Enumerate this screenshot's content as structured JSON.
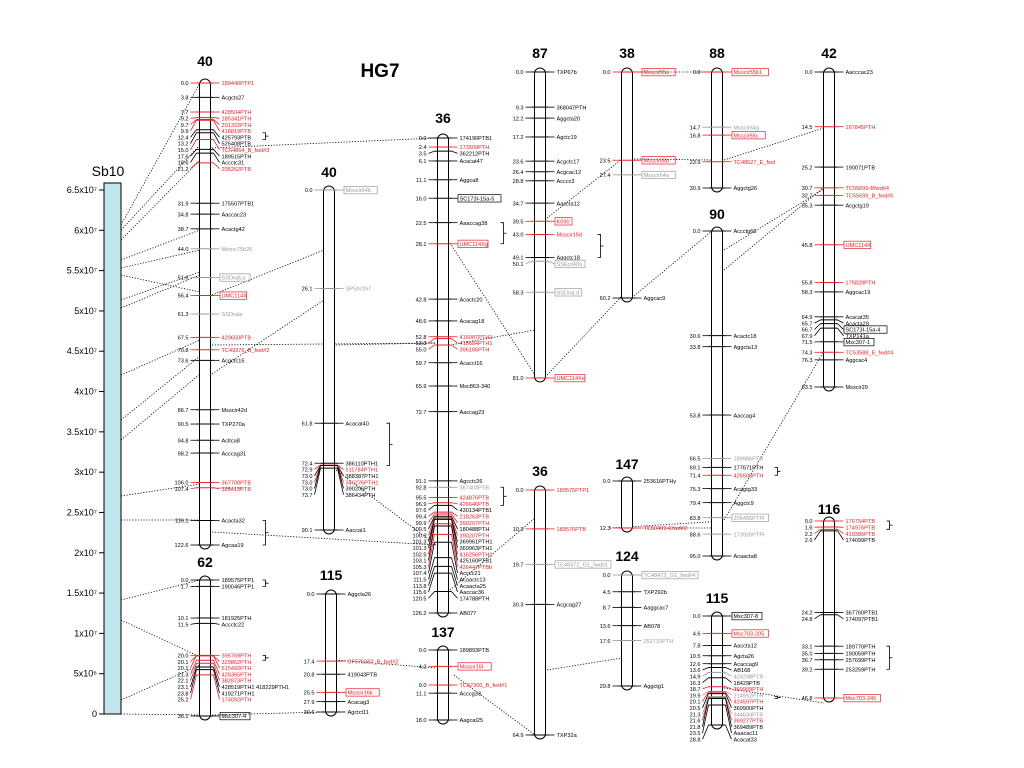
{
  "title": "HG7",
  "sorghum": {
    "label": "Sb10",
    "ticks": [
      "0",
      "5x10⁶",
      "1x10⁷",
      "1.5x10⁷",
      "2x10⁷",
      "2.5x10⁷",
      "3x10⁷",
      "3.5x10⁷",
      "4x10⁷",
      "4.5x10⁷",
      "5x10⁷",
      "5.5x10⁷",
      "6x10⁷",
      "6.5x10⁷"
    ]
  },
  "colors": {
    "black": "#000000",
    "red": "#e8202a",
    "gray": "#9a9a9a",
    "sorghum_fill": "#bfe6ea"
  },
  "linkage_groups": [
    {
      "id": "40",
      "markers": [
        [
          "0.0",
          "189440PTP1",
          "r"
        ],
        [
          "3.8",
          "Acgcts27",
          "k"
        ],
        [
          "7.7",
          "428504PTH",
          "r"
        ],
        [
          "9.2",
          "185341PTH",
          "r"
        ],
        [
          "9.7",
          "201322PTH",
          "r"
        ],
        [
          "9.9",
          "418819PTB",
          "r"
        ],
        [
          "12.4",
          "425793PTB",
          "k"
        ],
        [
          "13.2",
          "525408PTB",
          "k"
        ],
        [
          "15.0",
          "TC64864_B_fwd#3",
          "r"
        ],
        [
          "17.6",
          "189515PTH",
          "k"
        ],
        [
          "18.6",
          "Accctc31",
          "k"
        ],
        [
          "21.2",
          "205262PTB",
          "r"
        ],
        [
          "31.9",
          "175507PTB1",
          "k"
        ],
        [
          "34.8",
          "Aaccac23",
          "k"
        ],
        [
          "38.7",
          "Acactg42",
          "k"
        ],
        [
          "44.0",
          "Memc75b26",
          "g"
        ],
        [
          "51.6",
          "SSDralLa",
          "gb"
        ],
        [
          "56.4",
          "UMC114X",
          "rb"
        ],
        [
          "61.3",
          "SSDrala",
          "g"
        ],
        [
          "67.5",
          "429650PTB",
          "r"
        ],
        [
          "70.8",
          "TC49376_B_fwd#2",
          "r"
        ],
        [
          "73.6",
          "Acgctc16",
          "k"
        ],
        [
          "86.7",
          "Msscir42d",
          "k"
        ],
        [
          "90.5",
          "TXP270a",
          "k"
        ],
        [
          "94.8",
          "Acltca8",
          "k"
        ],
        [
          "98.2",
          "Acccag31",
          "k"
        ],
        [
          "106.0",
          "367700PTB",
          "r"
        ],
        [
          "107.4",
          "395413PTB",
          "r"
        ],
        [
          "116.1",
          "Acacta32",
          "k"
        ],
        [
          "122.6",
          "Agcaa19",
          "k"
        ]
      ]
    },
    {
      "id": "62",
      "markers": [
        [
          "0.0",
          "189575PTP1",
          "k"
        ],
        [
          "1.7",
          "190046PTP1",
          "k"
        ],
        [
          "10.1",
          "181925PTH",
          "k"
        ],
        [
          "11.5",
          "Accctc22",
          "k"
        ],
        [
          "20.0",
          "395769PTH",
          "r"
        ],
        [
          "20.1",
          "329862PTH",
          "r"
        ],
        [
          "20.1",
          "515492PTH",
          "r"
        ],
        [
          "21.3",
          "425365PTH",
          "r"
        ],
        [
          "22.1",
          "382873PTH",
          "r"
        ],
        [
          "23.1",
          "428519PTH1 418229PTH1",
          "k"
        ],
        [
          "23.8",
          "419271PTH1",
          "k"
        ],
        [
          "25.2",
          "174092PTH",
          "r"
        ],
        [
          "36.1",
          "Msc307-4",
          "kb"
        ]
      ]
    },
    {
      "id": "40b",
      "markers": [
        [
          "0.0",
          "Msscir64b",
          "gb"
        ],
        [
          "26.1",
          "SPSIV267",
          "g"
        ],
        [
          "61.8",
          "Acacat40",
          "k"
        ],
        [
          "72.4",
          "386110PTH1",
          "k"
        ],
        [
          "72.9",
          "511784PTH1",
          "r"
        ],
        [
          "73.0",
          "388387PTH1",
          "k"
        ],
        [
          "73.0",
          "340276PTH1",
          "r"
        ],
        [
          "73.0",
          "390206PTH",
          "k"
        ],
        [
          "73.7",
          "386434PTH",
          "k"
        ],
        [
          "90.1",
          "Aaccat1",
          "k"
        ]
      ]
    },
    {
      "id": "115a",
      "markers": [
        [
          "0.0",
          "Aggcta26",
          "k"
        ],
        [
          "17.4",
          "CF575882_B_fwd#2",
          "r"
        ],
        [
          "20.8",
          "419043PTB",
          "k"
        ],
        [
          "25.5",
          "Msscir16k",
          "rb"
        ],
        [
          "27.9",
          "Acacag3",
          "k"
        ],
        [
          "30.6",
          "Agctct11",
          "k"
        ]
      ]
    },
    {
      "id": "36",
      "markers": [
        [
          "0.0",
          "174190PTB1",
          "k"
        ],
        [
          "2.4",
          "173509PTH",
          "r"
        ],
        [
          "3.5",
          "362212PTH",
          "k"
        ],
        [
          "6.1",
          "Acacat47",
          "k"
        ],
        [
          "11.1",
          "Aggca8",
          "k"
        ],
        [
          "16.0",
          "SC173I-15a-5",
          "kb"
        ],
        [
          "22.5",
          "Aaaccag38",
          "k"
        ],
        [
          "28.1",
          "UMC114Xg",
          "rb"
        ],
        [
          "42.8",
          "Acactc20",
          "k"
        ],
        [
          "48.6",
          "Acacag18",
          "k"
        ],
        [
          "52.8",
          "416087PTH1",
          "r"
        ],
        [
          "53.3",
          "418684PTH1",
          "r"
        ],
        [
          "55.0",
          "396166PTH",
          "r"
        ],
        [
          "59.7",
          "Acacct16",
          "k"
        ],
        [
          "65.9",
          "Msc863-340",
          "k"
        ],
        [
          "72.7",
          "Aaccag23",
          "k"
        ],
        [
          "91.1",
          "Agcctc26",
          "k"
        ],
        [
          "92.8",
          "367403PTB",
          "g"
        ],
        [
          "95.5",
          "424876PTB",
          "r"
        ],
        [
          "96.9",
          "426640PTB",
          "r"
        ],
        [
          "97.6",
          "430134PTB1",
          "k"
        ],
        [
          "99.4",
          "218263PTB",
          "r"
        ],
        [
          "99.9",
          "390207PTH",
          "r"
        ],
        [
          "100.5",
          "180488PTH",
          "k"
        ],
        [
          "100.9",
          "390207PTH",
          "r"
        ],
        [
          "101.3",
          "369961PTH1",
          "k"
        ],
        [
          "101.3",
          "369963PTH1",
          "k"
        ],
        [
          "102.5",
          "416256PTH1",
          "r"
        ],
        [
          "103.1",
          "425160PTB1",
          "k"
        ],
        [
          "105.3",
          "426447PTBb",
          "r"
        ],
        [
          "107.4",
          "Acccc21",
          "k"
        ],
        [
          "111.5",
          "Acaactc13",
          "k"
        ],
        [
          "113.8",
          "Acaacta25",
          "k"
        ],
        [
          "115.6",
          "Aaccac36",
          "k"
        ],
        [
          "120.5",
          "174788PTH",
          "k"
        ],
        [
          "126.2",
          "AB077",
          "k"
        ]
      ]
    },
    {
      "id": "137",
      "markers": [
        [
          "0.0",
          "189893PTB",
          "k"
        ],
        [
          "4.2",
          "Msscir16l",
          "rb"
        ],
        [
          "9.0",
          "TC57300_B_fwd#1",
          "r"
        ],
        [
          "11.1",
          "Acccg33",
          "k"
        ],
        [
          "18.0",
          "Aagcat25",
          "k"
        ]
      ]
    },
    {
      "id": "87",
      "markers": [
        [
          "0.0",
          "TXP67b",
          "k"
        ],
        [
          "9.3",
          "368047PTH",
          "k"
        ],
        [
          "12.2",
          "Aggcta20",
          "k"
        ],
        [
          "17.2",
          "Agctc19",
          "k"
        ],
        [
          "23.6",
          "Acgctc17",
          "k"
        ],
        [
          "26.4",
          "Acgcac12",
          "k"
        ],
        [
          "28.8",
          "Acccc3",
          "k"
        ],
        [
          "34.7",
          "Aaccta12",
          "k"
        ],
        [
          "39.5",
          "K090",
          "rb"
        ],
        [
          "43.0",
          "Msscir15d",
          "r"
        ],
        [
          "49.1",
          "Aggctc18",
          "k"
        ],
        [
          "50.1",
          "SSEcoRIu",
          "gb"
        ],
        [
          "58.3",
          "SSDraLd",
          "gb"
        ],
        [
          "81.0",
          "UMC114Xe",
          "rb"
        ]
      ]
    },
    {
      "id": "36b",
      "markers": [
        [
          "0.0",
          "189575PTP1",
          "r"
        ],
        [
          "10.3",
          "189576PTB",
          "r"
        ],
        [
          "19.7",
          "TC48472_G1_fwd#1",
          "gb"
        ],
        [
          "30.3",
          "Acgcag27",
          "k"
        ],
        [
          "64.9",
          "TXP32a",
          "k"
        ]
      ]
    },
    {
      "id": "38",
      "markers": [
        [
          "0.0",
          "Msscir55a",
          "rb"
        ],
        [
          "23.5",
          "Msscir55b",
          "rb"
        ],
        [
          "27.4",
          "Msscir64a",
          "gb"
        ],
        [
          "60.2",
          "Aggcac9",
          "k"
        ]
      ]
    },
    {
      "id": "147",
      "markers": [
        [
          "0.0",
          "253616PTHy",
          "k"
        ],
        [
          "12.3",
          "TC50409-Efwd#2",
          "r"
        ]
      ]
    },
    {
      "id": "124",
      "markers": [
        [
          "0.0",
          "TC48472_G1_fwd#4",
          "gb"
        ],
        [
          "4.5",
          "TXP292b",
          "k"
        ],
        [
          "8.7",
          "Aaggcac7",
          "k"
        ],
        [
          "13.6",
          "AB078",
          "k"
        ],
        [
          "17.6",
          "252715PTH",
          "g"
        ],
        [
          "29.8",
          "Aggctg1",
          "k"
        ]
      ]
    },
    {
      "id": "88",
      "markers": [
        [
          "0.0",
          "Msscir55b1",
          "rb"
        ],
        [
          "14.7",
          "Msscir64g",
          "g"
        ],
        [
          "16.8",
          "Msscir55c",
          "rb"
        ],
        [
          "23.9",
          "TC48527_E_fwd",
          "r"
        ],
        [
          "30.9",
          "Aggctg26",
          "k"
        ]
      ]
    },
    {
      "id": "90",
      "markers": [
        [
          "0.0",
          "Accctg66",
          "k"
        ],
        [
          "30.6",
          "Acactc18",
          "k"
        ],
        [
          "33.8",
          "Aggcta13",
          "k"
        ],
        [
          "53.8",
          "Aaccag4",
          "k"
        ],
        [
          "66.5",
          "189966PTB",
          "g"
        ],
        [
          "69.1",
          "177671PTH",
          "k"
        ],
        [
          "71.4",
          "425500PTH",
          "r"
        ],
        [
          "75.3",
          "Acagtg33",
          "k"
        ],
        [
          "79.4",
          "Aggctc9",
          "k"
        ],
        [
          "83.8",
          "205455PTPI",
          "gb"
        ],
        [
          "88.6",
          "173926PTPI",
          "g"
        ],
        [
          "95.0",
          "Acaacta8",
          "k"
        ]
      ]
    },
    {
      "id": "115b",
      "markers": [
        [
          "0.0",
          "Msc307-8",
          "kb"
        ],
        [
          "4.6",
          "Msc703-205",
          "rb"
        ],
        [
          "7.8",
          "Aaccta12",
          "k"
        ],
        [
          "10.5",
          "Agcta26",
          "k"
        ],
        [
          "12.6",
          "Acaccag9",
          "k"
        ],
        [
          "13.6",
          "AB168",
          "k"
        ],
        [
          "14.9",
          "424298PTB",
          "g"
        ],
        [
          "16.3",
          "18429PTB",
          "k"
        ],
        [
          "18.7",
          "369909PTH",
          "r"
        ],
        [
          "19.9",
          "214552PTH",
          "g"
        ],
        [
          "20.1",
          "424597PTH",
          "r"
        ],
        [
          "20.5",
          "369900PTH",
          "k"
        ],
        [
          "21.3",
          "344634PTB",
          "g"
        ],
        [
          "21.6",
          "369277PTB",
          "r"
        ],
        [
          "21.8",
          "369489PTB",
          "k"
        ],
        [
          "23.5",
          "Aaacac11",
          "k"
        ],
        [
          "28.8",
          "Acacat33",
          "k"
        ]
      ]
    },
    {
      "id": "42",
      "markers": [
        [
          "0.0",
          "Aacccac23",
          "k"
        ],
        [
          "14.5",
          "167845PTH",
          "r"
        ],
        [
          "25.2",
          "190071PTB",
          "k"
        ],
        [
          "30.7",
          "TC55699-Bfwd#4",
          "r"
        ],
        [
          "32.7",
          "TC55699_B_fwd#5",
          "r"
        ],
        [
          "35.3",
          "Acgctg19",
          "k"
        ],
        [
          "45.8",
          "UMC114X",
          "rb"
        ],
        [
          "55.8",
          "175829PTH",
          "r"
        ],
        [
          "58.3",
          "Aggcac19",
          "k"
        ],
        [
          "64.9",
          "Acacat35",
          "k"
        ],
        [
          "65.7",
          "Acacta29",
          "k"
        ],
        [
          "66.7",
          "SC173I-15a-4",
          "kb"
        ],
        [
          "67.9",
          "TXP141a",
          "k"
        ],
        [
          "71.5",
          "Msc307-1",
          "kb"
        ],
        [
          "74.3",
          "TC53588_E_fwd#4",
          "r"
        ],
        [
          "76.3",
          "Aggcac4",
          "k"
        ],
        [
          "83.5",
          "Msscir29",
          "k"
        ]
      ]
    },
    {
      "id": "116",
      "markers": [
        [
          "0.0",
          "176754PTB",
          "r"
        ],
        [
          "1.6",
          "174976PTB",
          "r"
        ],
        [
          "2.2",
          "419386PTB",
          "r"
        ],
        [
          "2.6",
          "174099PTB",
          "k"
        ],
        [
          "24.2",
          "367760PTB1",
          "k"
        ],
        [
          "24.8",
          "174097PTB1",
          "k"
        ],
        [
          "33.1",
          "189770PTH",
          "k"
        ],
        [
          "35.0",
          "190059PTH",
          "k"
        ],
        [
          "36.7",
          "257699PTH",
          "k"
        ],
        [
          "39.2",
          "253259PTH",
          "k"
        ],
        [
          "46.8",
          "Msc703-245",
          "rb"
        ]
      ]
    }
  ]
}
